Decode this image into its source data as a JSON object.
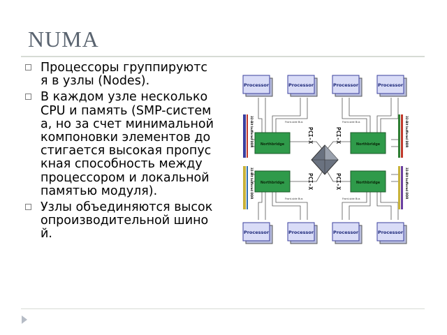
{
  "slide": {
    "title": "NUMA",
    "bullets": [
      "Процессоры группируются в узлы (Nodes).",
      "В каждом узле несколько CPU и память (SMP-система, но за счет минимальной компоновки элементов достигается высокая пропускная способность между процессором и локальной памятью модуля).",
      "Узлы объединяются высокопроизводительной шиной."
    ]
  },
  "diagram": {
    "processor_label": "Processor",
    "northbridge_label": "Northbridge",
    "fsb_label": "Front-side Bus",
    "pcix_label": "PCI-X",
    "memory_label": "32-Bit buffered DDR",
    "colors": {
      "processor_fill": "#d9dcf7",
      "processor_border": "#3a3f9e",
      "northbridge_fill": "#2f9a4a",
      "hub": "#6a7280"
    }
  }
}
